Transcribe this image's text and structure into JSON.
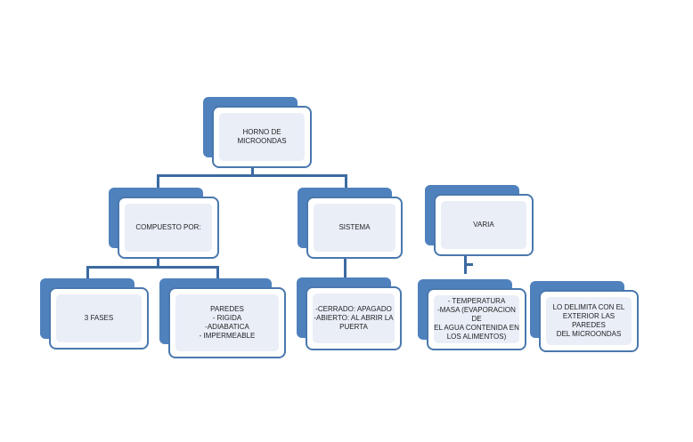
{
  "diagram": {
    "root": {
      "lines": [
        "HORNO DE MICROONDAS"
      ]
    },
    "compuesto": {
      "lines": [
        "COMPUESTO  POR:"
      ]
    },
    "sistema": {
      "lines": [
        "SISTEMA"
      ]
    },
    "varia": {
      "lines": [
        "VARIA"
      ]
    },
    "fases": {
      "lines": [
        "3 FASES"
      ]
    },
    "paredes": {
      "lines": [
        "PAREDES",
        "- RIGIDA",
        "-ADIABATICA",
        "- IMPERMEABLE"
      ]
    },
    "estado": {
      "lines": [
        "-CERRADO: APAGADO",
        "-ABIERTO:  AL ABRIR LA",
        "PUERTA"
      ]
    },
    "variables": {
      "lines": [
        "- TEMPERATURA",
        "-MASA (EVAPORACION  DE",
        "EL AGUA CONTENIDA  EN",
        "LOS ALIMENTOS)"
      ]
    },
    "delimita": {
      "lines": [
        "LO DELIMITA CON EL",
        "EXTERIOR LAS PAREDES",
        "DEL MICROONDAS"
      ]
    }
  },
  "colors": {
    "back": "#4f81bd",
    "border": "#4a78ae",
    "fill": "#e9eef7",
    "line": "#3b6aa0"
  }
}
